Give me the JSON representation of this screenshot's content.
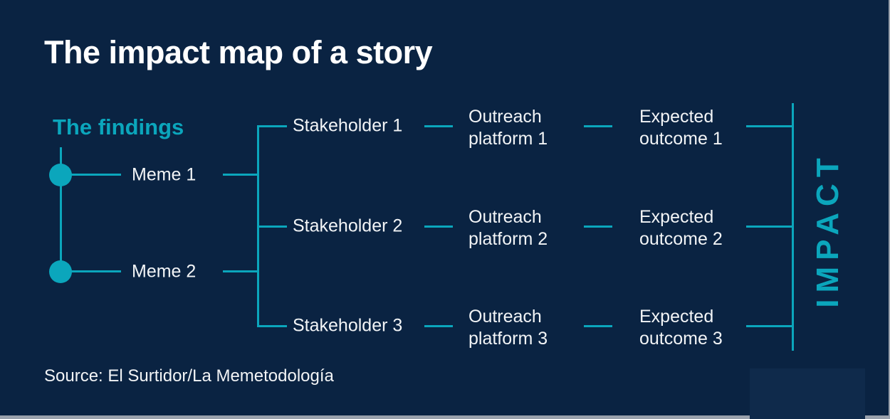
{
  "header": {
    "title": "The impact map of a story"
  },
  "diagram": {
    "findings_heading": "The findings",
    "memes": [
      "Meme 1",
      "Meme 2"
    ],
    "rows": [
      {
        "stakeholder": "Stakeholder 1",
        "outreach_platform": "Outreach platform 1",
        "expected_outcome": "Expected outcome 1"
      },
      {
        "stakeholder": "Stakeholder 2",
        "outreach_platform": "Outreach platform 2",
        "expected_outcome": "Expected outcome 2"
      },
      {
        "stakeholder": "Stakeholder 3",
        "outreach_platform": "Outreach platform 3",
        "expected_outcome": "Expected outcome 3"
      }
    ],
    "impact_label": "IMPACT"
  },
  "footer": {
    "source": "Source: El Surtidor/La Memetodología"
  },
  "colors": {
    "background_navy": "#0A2342",
    "accent_teal": "#0BA6BC",
    "title_white": "#FFFFFF",
    "label_white": "#F2F4F6",
    "edge_gray": "#9AA1AC",
    "panel_navy": "#0F2A4B"
  }
}
